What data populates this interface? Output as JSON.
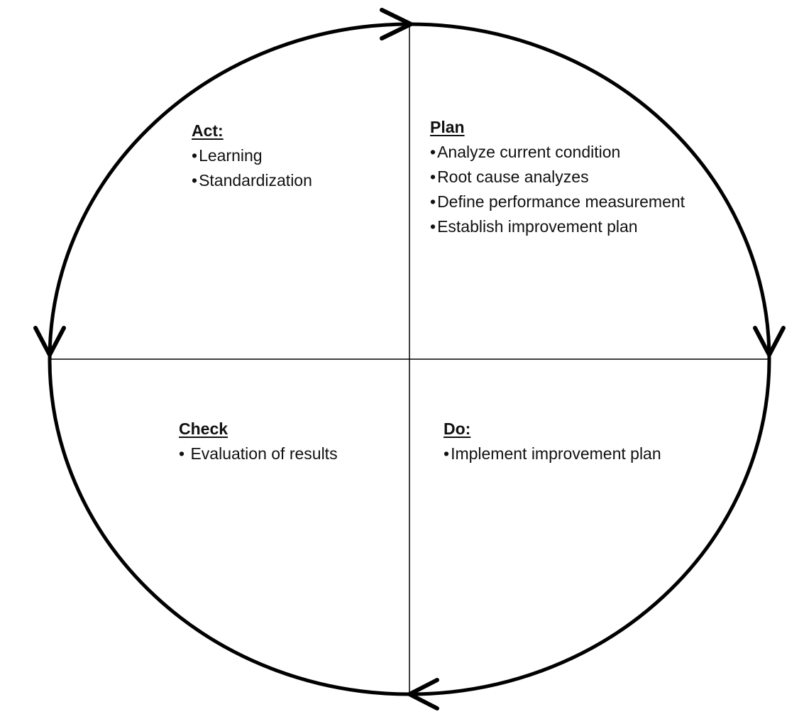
{
  "quadrants": {
    "act": {
      "title": "Act:",
      "items": [
        "Learning",
        "Standardization"
      ]
    },
    "plan": {
      "title": "Plan",
      "items": [
        "Analyze current condition",
        "Root cause analyzes",
        "Define performance measurement",
        "Establish improvement plan"
      ]
    },
    "check": {
      "title": "Check",
      "items": [
        "Evaluation of results"
      ]
    },
    "do": {
      "title": "Do:",
      "items": [
        "Implement improvement plan"
      ]
    }
  },
  "bullet": "•",
  "colors": {
    "stroke": "#000000",
    "text": "#111111",
    "background": "#ffffff"
  }
}
